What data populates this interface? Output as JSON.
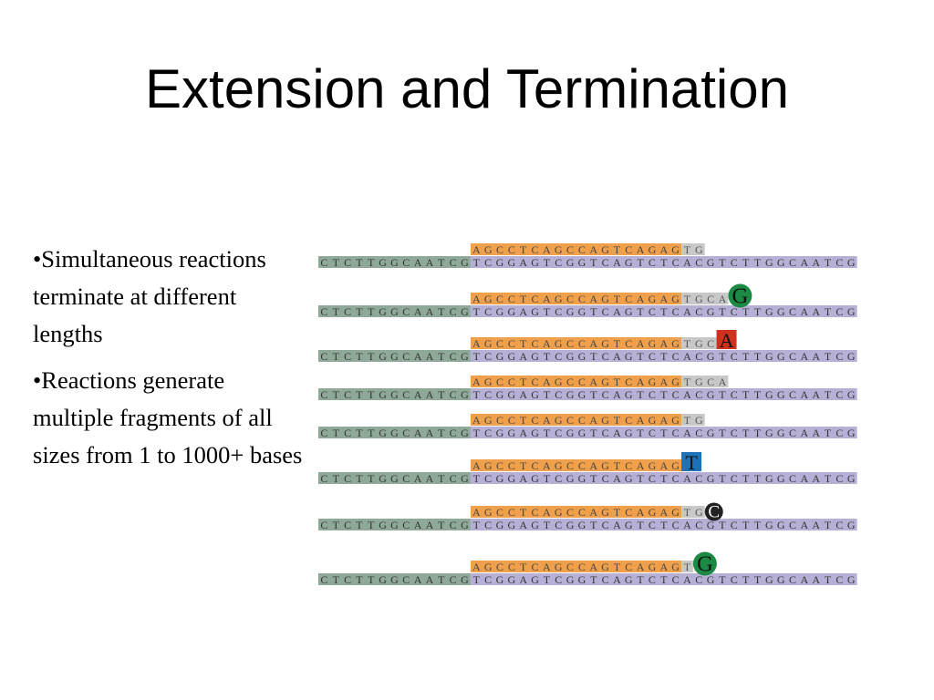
{
  "slide": {
    "title": "Extension and Termination",
    "bullets": [
      "•Simultaneous reactions terminate at different lengths",
      "•Reactions generate multiple fragments of all sizes from 1 to 1000+ bases"
    ]
  },
  "diagram": {
    "template_left": "CTCTTGGCAATCG",
    "template_right": "TCGGAGTCGGTCAGTCTCACGTCTTGGCAATCG",
    "primer": "AGCCTCAGCCAGTCAGAG",
    "colors": {
      "template_left_bg": "#8fa999",
      "template_right_bg": "#b7b0d6",
      "primer_bg": "#f0a04b",
      "extension_bg": "#c8c8c8",
      "G": "#1a8a44",
      "A": "#d0311f",
      "T": "#1e72b8",
      "C": "#222222"
    },
    "rows": [
      {
        "extension": "TG",
        "terminator": "",
        "style": ""
      },
      {
        "extension": "TGCA",
        "terminator": "G",
        "style": "circle"
      },
      {
        "extension": "TGC",
        "terminator": "A",
        "style": "square"
      },
      {
        "extension": "TGCA",
        "terminator": "",
        "style": ""
      },
      {
        "extension": "TG",
        "terminator": "",
        "style": ""
      },
      {
        "extension": "",
        "terminator": "T",
        "style": "square"
      },
      {
        "extension": "TG",
        "terminator": "C",
        "style": "circle"
      },
      {
        "extension": "T",
        "terminator": "G",
        "style": "circle"
      }
    ]
  }
}
